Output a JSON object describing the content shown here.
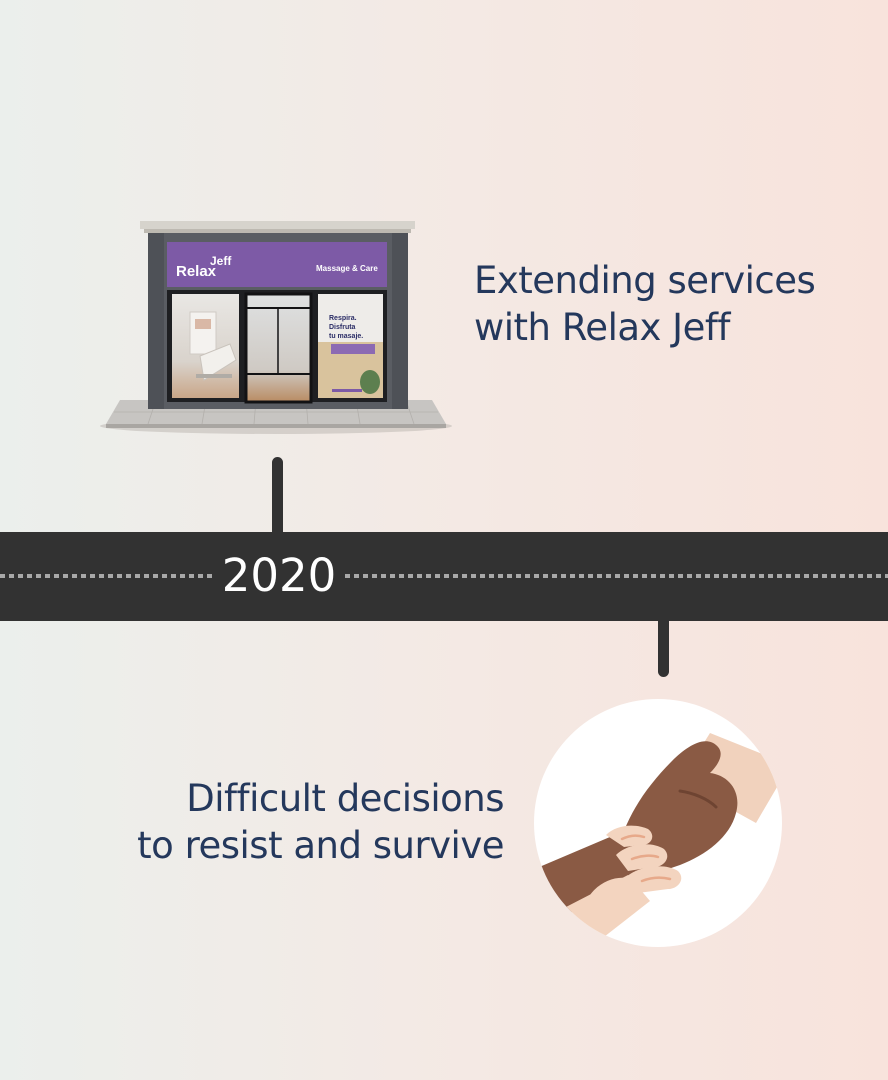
{
  "storefront": {
    "brand_line1": "Relax",
    "brand_line2": "Jeff",
    "sign_tagline": "Massage & Care",
    "poster_line1": "Respira.",
    "poster_line2": "Disfruta",
    "poster_line3": "tu masaje.",
    "sign_color": "#7d5aa6"
  },
  "timeline": {
    "year": "2020",
    "road_color": "#323232",
    "events": [
      {
        "lines": [
          "Extending services",
          "with Relax Jeff"
        ],
        "position": "above"
      },
      {
        "lines": [
          "Difficult decisions",
          "to resist and survive"
        ],
        "position": "below"
      }
    ]
  },
  "icons": {
    "store": "storefront-illustration",
    "hands": "helping-hands-icon"
  },
  "colors": {
    "text": "#24385c",
    "accent": "#7d5aa6"
  }
}
